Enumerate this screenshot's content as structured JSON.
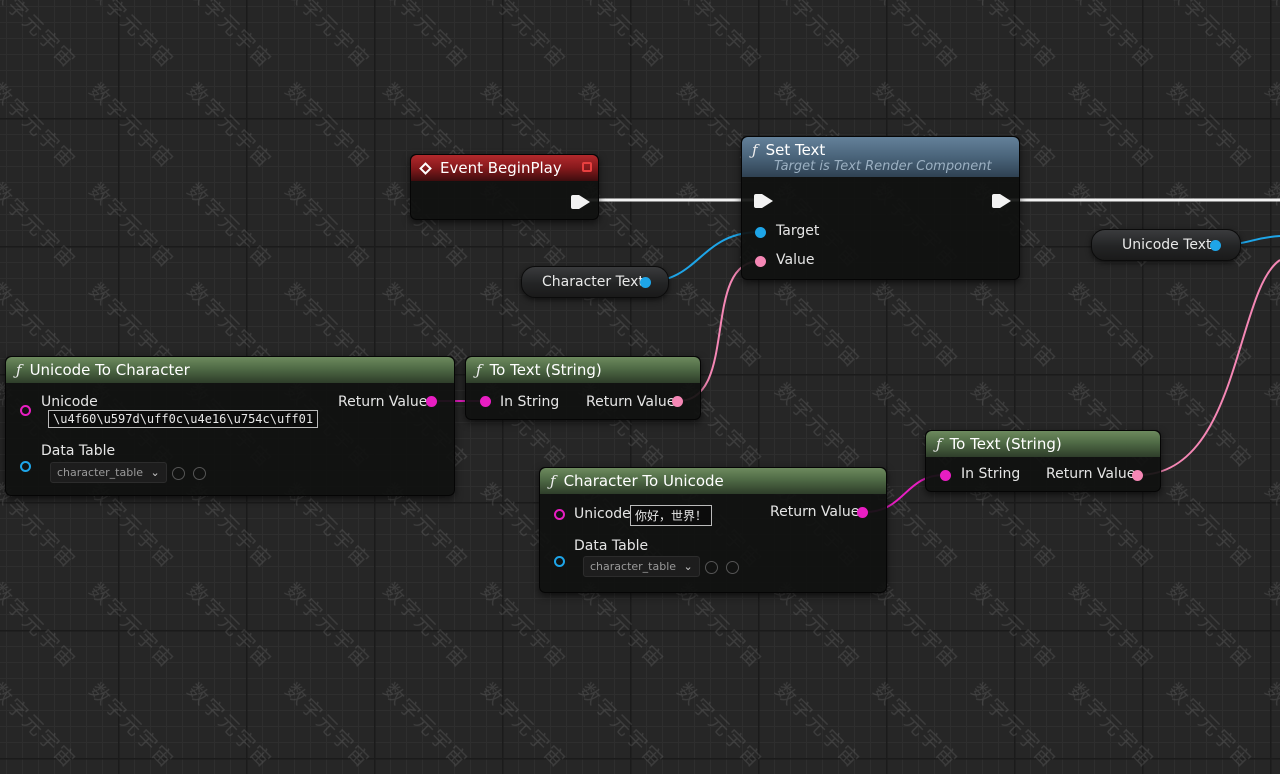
{
  "watermark": {
    "text": "数字元宇宙"
  },
  "event_begin_play": {
    "title": "Event BeginPlay"
  },
  "set_text": {
    "title": "Set Text",
    "subtitle": "Target is Text Render Component",
    "pins": {
      "target": "Target",
      "value": "Value"
    }
  },
  "character_text_var": {
    "label": "Character Text"
  },
  "unicode_text_var": {
    "label": "Unicode Text"
  },
  "unicode_to_character": {
    "title": "Unicode To Character",
    "unicode_label": "Unicode",
    "unicode_value": "\\u4f60\\u597d\\uff0c\\u4e16\\u754c\\uff01",
    "data_table_label": "Data Table",
    "data_table_value": "character_table",
    "return_label": "Return Value"
  },
  "to_text_1": {
    "title": "To Text (String)",
    "in_label": "In String",
    "return_label": "Return Value"
  },
  "to_text_2": {
    "title": "To Text (String)",
    "in_label": "In String",
    "return_label": "Return Value"
  },
  "character_to_unicode": {
    "title": "Character To Unicode",
    "unicode_label": "Unicode",
    "unicode_value": "你好，世界！",
    "data_table_label": "Data Table",
    "data_table_value": "character_table",
    "return_label": "Return Value"
  },
  "colors": {
    "exec": "#f2f2f2",
    "object_pin": "#1ea5e8",
    "text_pin": "#f587b5",
    "string_pin": "#e81ec2",
    "pure_function_header": "#4f6a45",
    "event_header": "#86191c",
    "function_header": "#4a647a"
  }
}
